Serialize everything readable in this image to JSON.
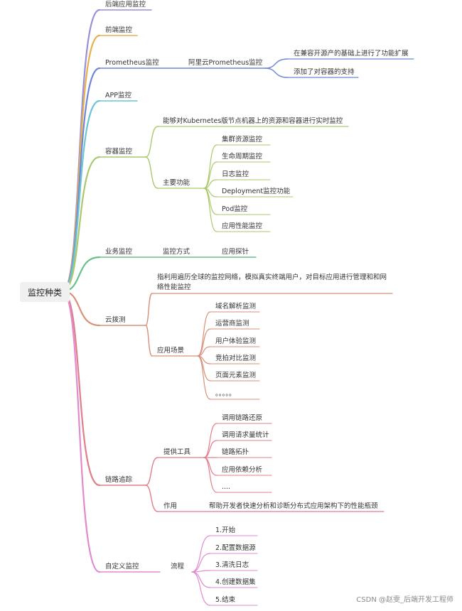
{
  "root": "监控种类",
  "watermark": "CSDN @赵雯_后端开发工程师",
  "colors": {
    "purple": "#9b8ed8",
    "orange": "#e6b14d",
    "blue": "#6f86d6",
    "cyan": "#6cc4d4",
    "green": "#a9c96b",
    "teal": "#65c08a",
    "salmon": "#d9907a",
    "red": "#e07e8a",
    "pink": "#e28ad0"
  },
  "branches": {
    "backend": {
      "label": "后端应用监控"
    },
    "frontend": {
      "label": "前端监控"
    },
    "prometheus": {
      "label": "Prometheus监控",
      "child": "阿里云Prometheus监控",
      "leaves": [
        "在兼容开源产的基础上进行了功能扩展",
        "添加了对容器的支持"
      ]
    },
    "app": {
      "label": "APP监控"
    },
    "container": {
      "label": "容器监控",
      "desc": "能够对Kubernetes版节点机器上的资源和容器进行实时监控",
      "features_label": "主要功能",
      "features": [
        "集群资源监控",
        "生命周期监控",
        "日志监控",
        "Deployment监控功能",
        "Pod监控",
        "应用性能监控"
      ]
    },
    "business": {
      "label": "业务监控",
      "method_label": "监控方式",
      "method": "应用探针"
    },
    "cloud": {
      "label": "云拨测",
      "desc": "指利用遍历全球的监控网络，模拟真实终端用户，对目标应用进行管理和和网络性能监控",
      "scenes_label": "应用场景",
      "scenes": [
        "域名解析监测",
        "运营商监测",
        "用户体验监测",
        "竞拍对比监测",
        "页面元素监测",
        "。。。。。"
      ]
    },
    "trace": {
      "label": "链路追踪",
      "tools_label": "提供工具",
      "tools": [
        "调用链路还原",
        "调用请求量统计",
        "链路拓扑",
        "应用依赖分析",
        "...."
      ],
      "effect_label": "作用",
      "effect": "帮助开发者快速分析和诊断分布式应用架构下的性能瓶颈"
    },
    "custom": {
      "label": "自定义监控",
      "flow_label": "流程",
      "steps": [
        "1.开始",
        "2.配置数据源",
        "3.清洗日志",
        "4.创建数据集",
        "5.结束"
      ]
    }
  }
}
